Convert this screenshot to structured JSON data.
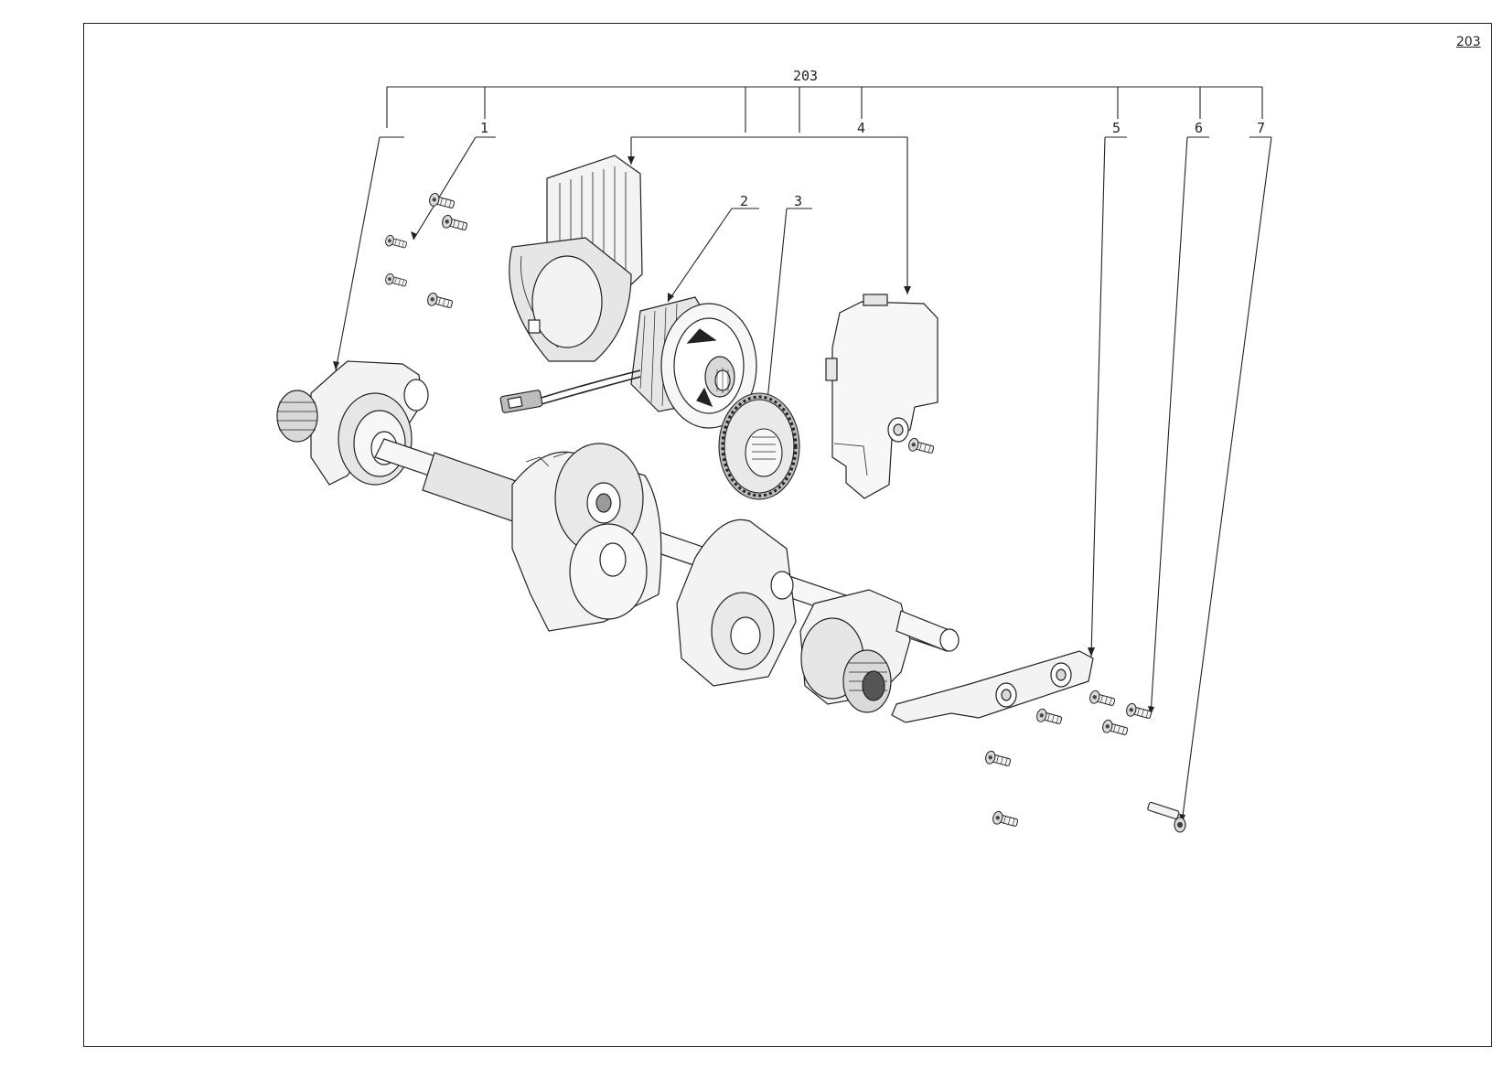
{
  "page_number": "203",
  "assembly": {
    "label": "203"
  },
  "callouts": [
    {
      "id": "1",
      "label": "1",
      "part": "screws-small"
    },
    {
      "id": "2",
      "label": "2",
      "part": "motor"
    },
    {
      "id": "3",
      "label": "3",
      "part": "drive-gear"
    },
    {
      "id": "4",
      "label": "4",
      "part": "cover"
    },
    {
      "id": "5",
      "label": "5",
      "part": "mounting-bracket"
    },
    {
      "id": "6",
      "label": "6",
      "part": "bracket-screws"
    },
    {
      "id": "7",
      "label": "7",
      "part": "long-screw"
    }
  ],
  "colors": {
    "line": "#222222",
    "fill_light": "#f3f3f3",
    "fill_mid": "#d9d9d9",
    "fill_dark": "#9a9a9a"
  }
}
